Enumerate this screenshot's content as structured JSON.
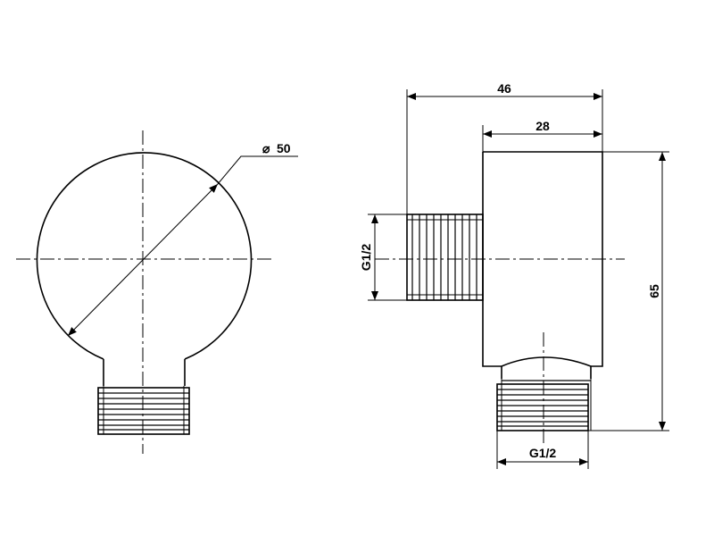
{
  "dimensions": {
    "diameter_symbol": "⌀",
    "diameter_value": "50",
    "overall_length": "46",
    "body_length": "28",
    "height": "65",
    "side_thread": "G1/2",
    "bottom_thread": "G1/2"
  }
}
